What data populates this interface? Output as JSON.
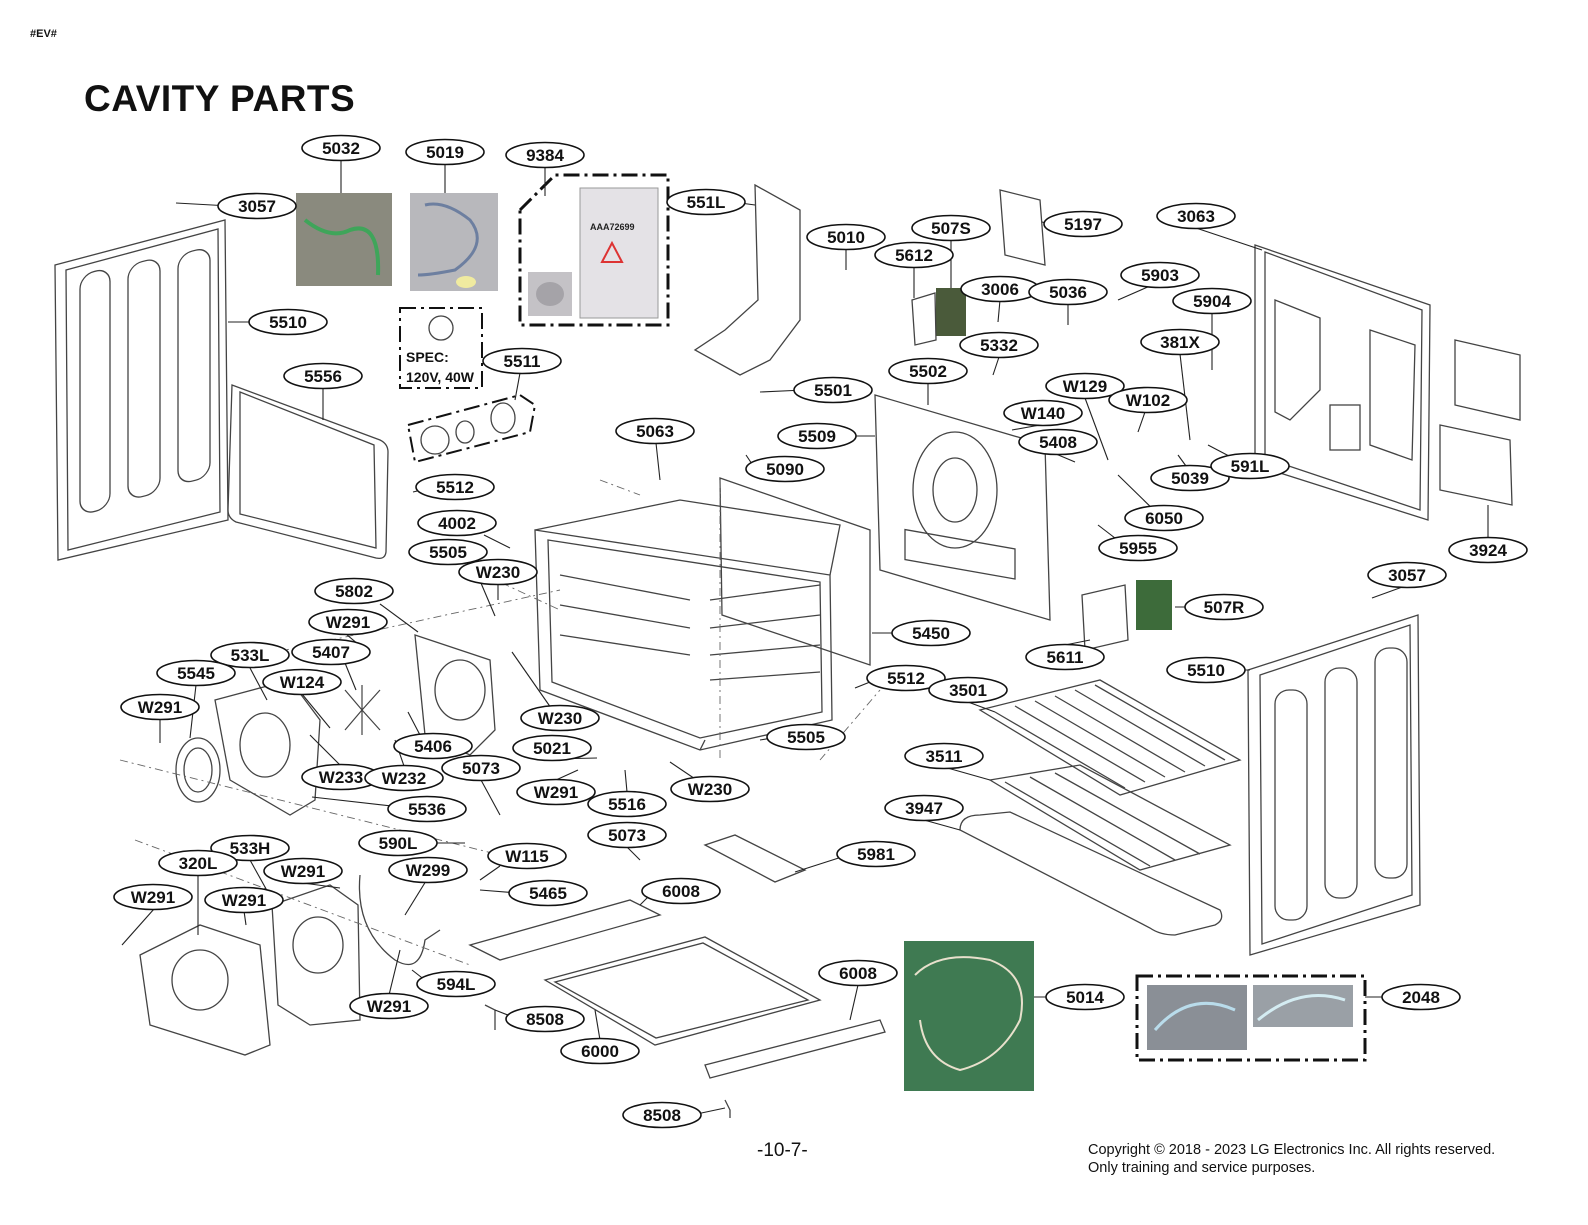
{
  "header": {
    "tag": "#EV#",
    "title": "CAVITY PARTS"
  },
  "footer": {
    "page_number": "-10-7-",
    "copyright_line1": "Copyright © 2018 - 2023 LG Electronics Inc. All rights reserved.",
    "copyright_line2": "Only training and service purposes."
  },
  "bulb_spec": {
    "line1": "SPEC:",
    "line2": "120V, 40W"
  },
  "kit_label_text": "AAA72699",
  "callouts": [
    {
      "label": "5032"
    },
    {
      "label": "5019"
    },
    {
      "label": "9384"
    },
    {
      "label": "3057"
    },
    {
      "label": "551L"
    },
    {
      "label": "5010"
    },
    {
      "label": "507S"
    },
    {
      "label": "5197"
    },
    {
      "label": "3063"
    },
    {
      "label": "5612"
    },
    {
      "label": "3006"
    },
    {
      "label": "5036"
    },
    {
      "label": "5903"
    },
    {
      "label": "5904"
    },
    {
      "label": "5510"
    },
    {
      "label": "5332"
    },
    {
      "label": "381X"
    },
    {
      "label": "5511"
    },
    {
      "label": "5556"
    },
    {
      "label": "5502"
    },
    {
      "label": "W129"
    },
    {
      "label": "5501"
    },
    {
      "label": "W102"
    },
    {
      "label": "W140"
    },
    {
      "label": "5509"
    },
    {
      "label": "5408"
    },
    {
      "label": "5063"
    },
    {
      "label": "5090"
    },
    {
      "label": "5039"
    },
    {
      "label": "591L"
    },
    {
      "label": "5512"
    },
    {
      "label": "6050"
    },
    {
      "label": "4002"
    },
    {
      "label": "5955"
    },
    {
      "label": "3924"
    },
    {
      "label": "5505"
    },
    {
      "label": "W230"
    },
    {
      "label": "3057"
    },
    {
      "label": "5802"
    },
    {
      "label": "507R"
    },
    {
      "label": "W291"
    },
    {
      "label": "5450"
    },
    {
      "label": "5407"
    },
    {
      "label": "533L"
    },
    {
      "label": "5611"
    },
    {
      "label": "5545"
    },
    {
      "label": "W124"
    },
    {
      "label": "5510"
    },
    {
      "label": "5512"
    },
    {
      "label": "3501"
    },
    {
      "label": "W291"
    },
    {
      "label": "W230"
    },
    {
      "label": "5406"
    },
    {
      "label": "5505"
    },
    {
      "label": "5021"
    },
    {
      "label": "3511"
    },
    {
      "label": "W233"
    },
    {
      "label": "W232"
    },
    {
      "label": "5073"
    },
    {
      "label": "W230"
    },
    {
      "label": "W291"
    },
    {
      "label": "5536"
    },
    {
      "label": "5516"
    },
    {
      "label": "3947"
    },
    {
      "label": "590L"
    },
    {
      "label": "5073"
    },
    {
      "label": "533H"
    },
    {
      "label": "5981"
    },
    {
      "label": "W115"
    },
    {
      "label": "320L"
    },
    {
      "label": "W291"
    },
    {
      "label": "W299"
    },
    {
      "label": "5465"
    },
    {
      "label": "6008"
    },
    {
      "label": "W291"
    },
    {
      "label": "W291"
    },
    {
      "label": "6008"
    },
    {
      "label": "594L"
    },
    {
      "label": "5014"
    },
    {
      "label": "2048"
    },
    {
      "label": "W291"
    },
    {
      "label": "8508"
    },
    {
      "label": "6000"
    },
    {
      "label": "8508"
    }
  ]
}
